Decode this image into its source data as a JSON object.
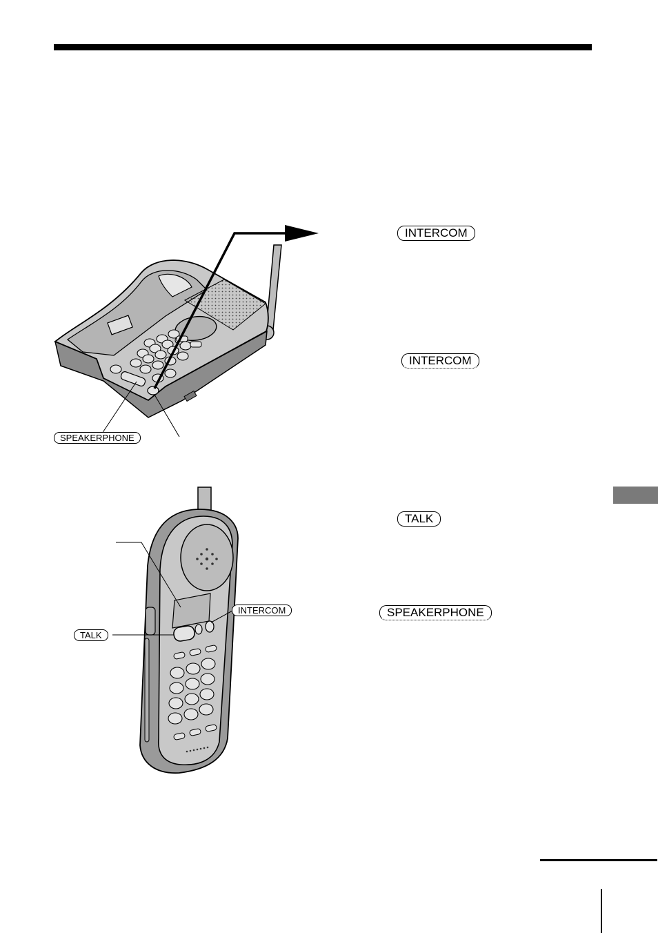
{
  "labels": {
    "base_speakerphone": "SPEAKERPHONE",
    "handset_talk": "TALK",
    "handset_intercom": "INTERCOM",
    "step_intercom_1": "INTERCOM",
    "step_intercom_2": "INTERCOM",
    "step_talk": "TALK",
    "step_speakerphone": "SPEAKERPHONE"
  },
  "colors": {
    "side_tab": "#7a7a7a",
    "device_body": "#c8c8c8",
    "device_shadow": "#9a9a9a"
  }
}
